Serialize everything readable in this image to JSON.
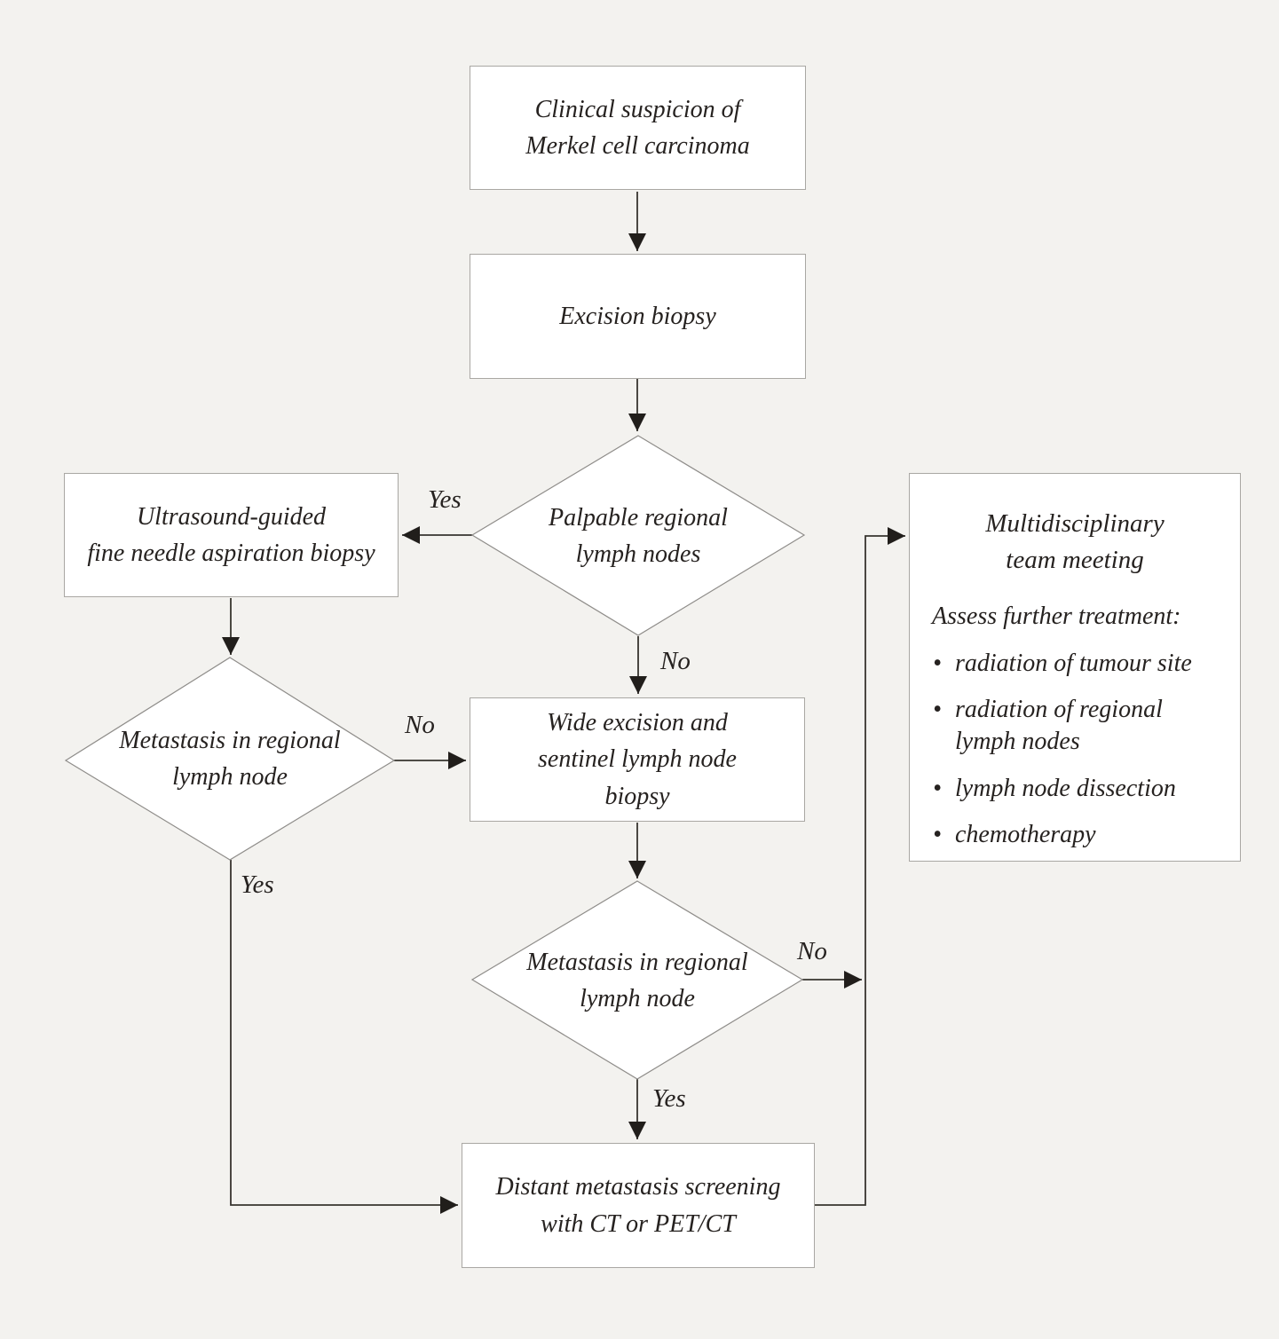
{
  "colors": {
    "background": "#f3f2ef",
    "node_fill": "#ffffff",
    "node_border": "#a9a7a3",
    "diamond_border": "#8f8d8a",
    "connector": "#37342f",
    "arrowhead": "#211e1b",
    "text": "#262220"
  },
  "nodes": {
    "clinical_suspicion": "Clinical suspicion of\nMerkel cell carcinoma",
    "excision_biopsy": "Excision biopsy",
    "palpable_nodes": "Palpable regional\nlymph nodes",
    "ultrasound_fnab": "Ultrasound-guided\nfine needle aspiration biopsy",
    "metastasis_left": "Metastasis in regional\nlymph node",
    "wide_excision": "Wide excision and\nsentinel lymph node\nbiopsy",
    "metastasis_mid": "Metastasis in regional\nlymph node",
    "distant_screening": "Distant metastasis screening\nwith CT or PET/CT",
    "mdt": {
      "title": "Multidisciplinary\nteam meeting",
      "subtitle": "Assess further treatment:",
      "bullets": [
        "radiation of tumour site",
        "radiation of regional lymph nodes",
        "lymph node dissection",
        "chemotherapy"
      ]
    }
  },
  "edge_labels": {
    "palpable_yes": "Yes",
    "palpable_no": "No",
    "metastasis_left_no": "No",
    "metastasis_left_yes": "Yes",
    "metastasis_mid_no": "No",
    "metastasis_mid_yes": "Yes"
  }
}
